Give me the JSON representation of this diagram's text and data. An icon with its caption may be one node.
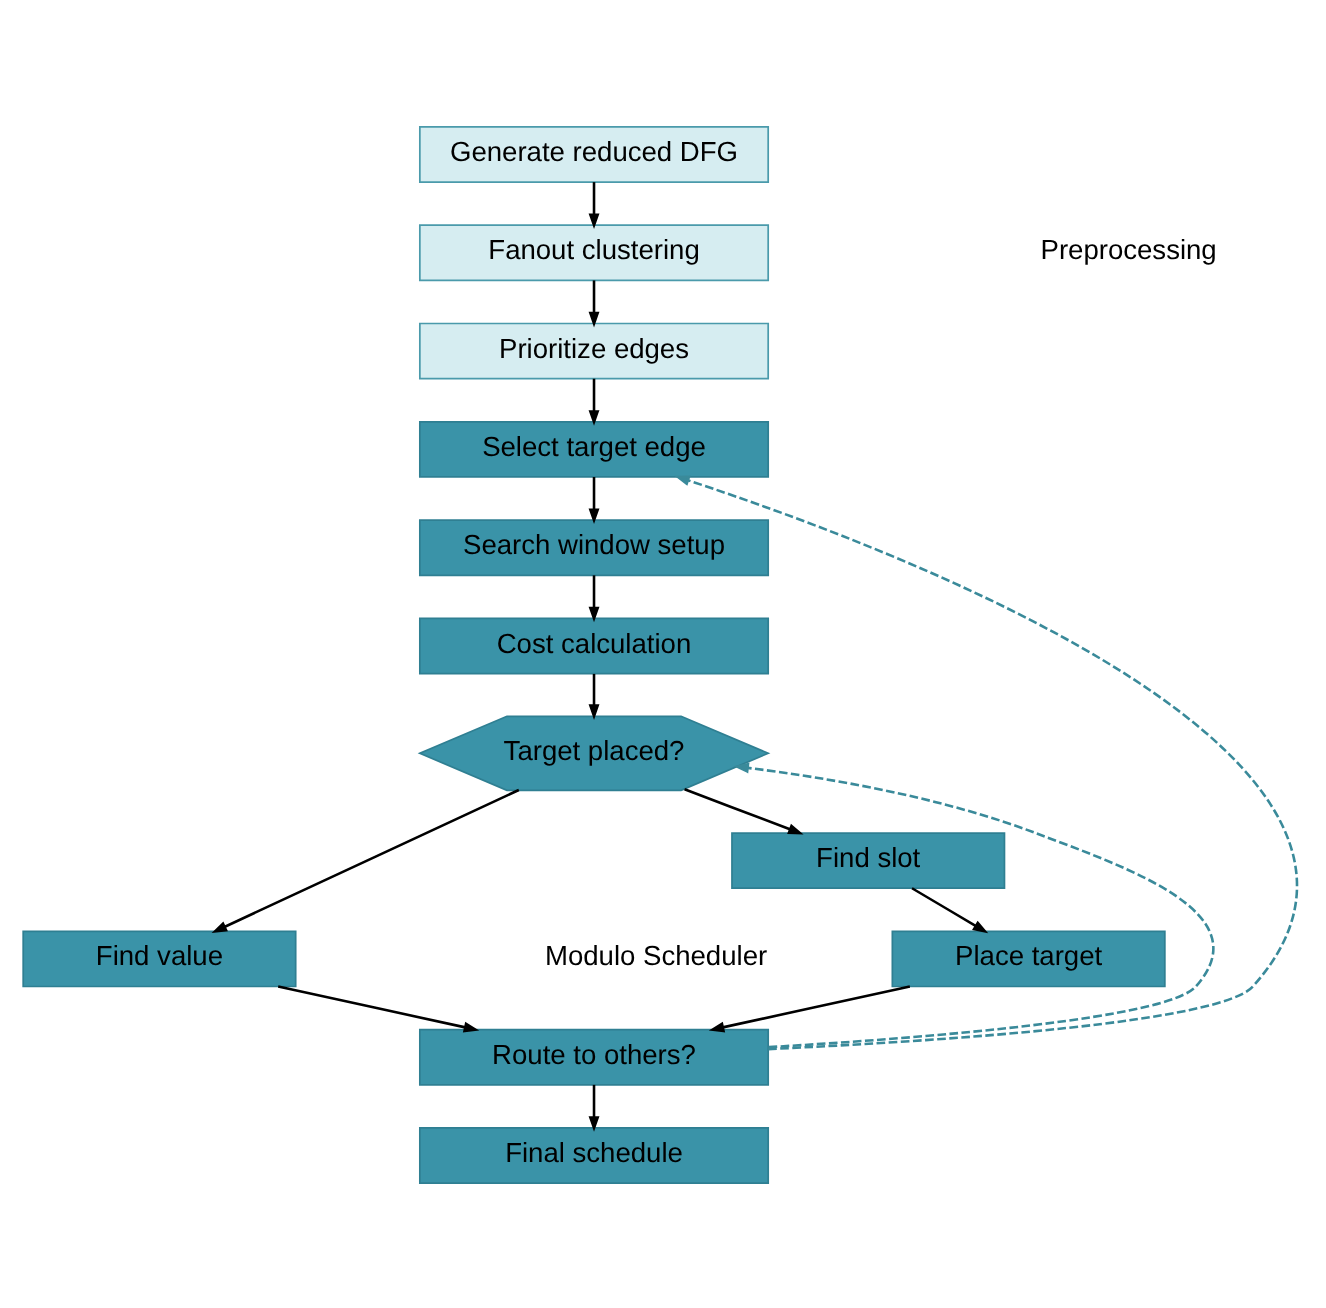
{
  "diagram": {
    "nodes": [
      {
        "text": [
          "Generate reduced DFG"
        ]
      },
      {
        "text": [
          "Fanout clustering"
        ]
      },
      {
        "text": [
          "Prioritize edges"
        ]
      },
      {
        "text": [
          "Select target edge"
        ]
      },
      {
        "text": [
          "Search window setup"
        ]
      },
      {
        "text": [
          "Cost calculation"
        ]
      },
      {
        "text": [
          "Target placed?"
        ]
      },
      {
        "text": [
          "Find value"
        ]
      },
      {
        "text": [
          "Find slot"
        ]
      },
      {
        "text": [
          "Place target"
        ]
      },
      {
        "text": [
          "Route to others?"
        ]
      },
      {
        "text": [
          "Final schedule"
        ]
      }
    ],
    "edges": [
      {
        "from": 0,
        "to": 1,
        "arrow": "to"
      },
      {
        "from": 1,
        "to": 2,
        "arrow": "to"
      },
      {
        "from": 2,
        "to": 3,
        "arrow": "to"
      },
      {
        "from": 3,
        "to": 4,
        "arrow": "to"
      },
      {
        "from": 4,
        "to": 5,
        "arrow": "to"
      },
      {
        "from": 5,
        "to": 6,
        "arrow": "to"
      },
      {
        "from": 6,
        "to": 7,
        "arrow": "to"
      },
      {
        "from": 6,
        "to": 8,
        "arrow": "to"
      },
      {
        "from": 8,
        "to": 9,
        "arrow": "to"
      },
      {
        "from": 7,
        "to": 10,
        "arrow": "to"
      },
      {
        "from": 9,
        "to": 10,
        "arrow": "to"
      },
      {
        "from": 10,
        "to": 11,
        "arrow": "to"
      },
      {
        "from": 10,
        "to": 6,
        "arrow": "to",
        "style": "dashed",
        "color": "#3a8a9a"
      },
      {
        "from": 10,
        "to": 3,
        "arrow": "to",
        "style": "dashed",
        "color": "#3a8a9a"
      }
    ],
    "labels": [
      "Preprocessing",
      "Modulo Scheduler"
    ]
  }
}
